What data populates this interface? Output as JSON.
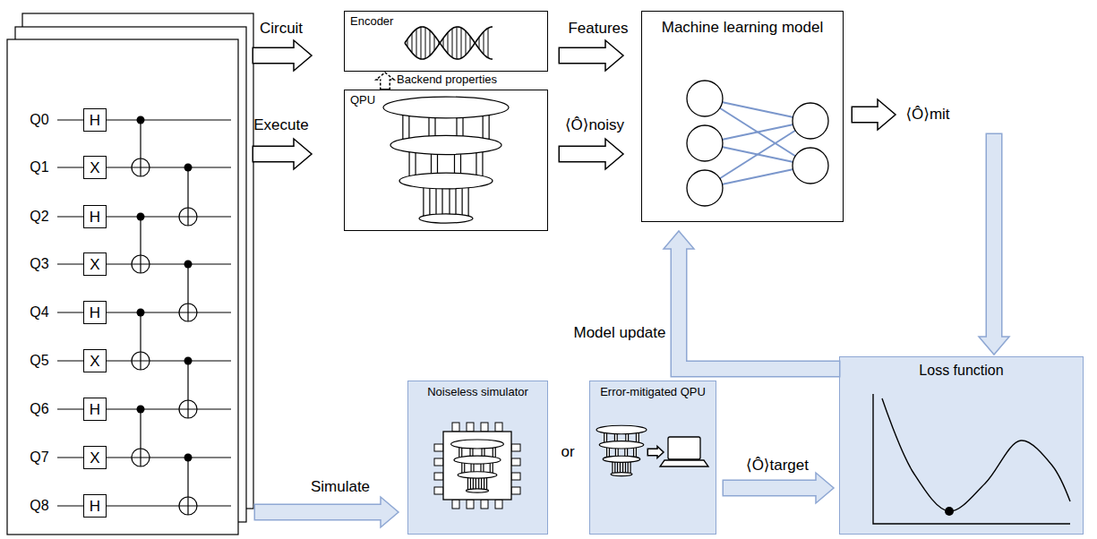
{
  "diagram": {
    "nodes": [
      {
        "text": [
          "H"
        ]
      },
      {
        "text": [
          "X"
        ]
      },
      {
        "text": [
          "H"
        ]
      },
      {
        "text": [
          "X"
        ]
      },
      {
        "text": [
          "H"
        ]
      },
      {
        "text": [
          "X"
        ]
      },
      {
        "text": [
          "H"
        ]
      },
      {
        "text": [
          "X"
        ]
      },
      {
        "text": [
          "H"
        ]
      },
      {
        "text": [
          "Encoder"
        ]
      },
      {
        "text": [
          "QPU"
        ]
      },
      {
        "text": [
          "Machine learning model"
        ]
      },
      {
        "text": [
          "Noiseless simulator"
        ]
      },
      {
        "text": [
          "Error-mitigated QPU"
        ]
      },
      {
        "text": [
          "Loss function"
        ]
      }
    ],
    "edges": [
      {
        "from": 9,
        "to": 11,
        "arrow": "to",
        "label": "Features"
      },
      {
        "from": 10,
        "to": 9,
        "arrow": "to",
        "label": "Backend properties"
      },
      {
        "from": 10,
        "to": 11,
        "arrow": "to",
        "label": "⟨Ô⟩noisy"
      },
      {
        "from": 14,
        "to": 11,
        "arrow": "to",
        "label": "Model update"
      },
      {
        "from": 13,
        "to": 14,
        "arrow": "to",
        "label": "⟨Ô⟩target"
      }
    ],
    "labels": [
      "Q0",
      "Q1",
      "Q2",
      "Q3",
      "Q4",
      "Q5",
      "Q6",
      "Q7",
      "Q8",
      "Circuit",
      "Execute",
      "Simulate",
      "or",
      "⟨Ô⟩mit"
    ]
  }
}
